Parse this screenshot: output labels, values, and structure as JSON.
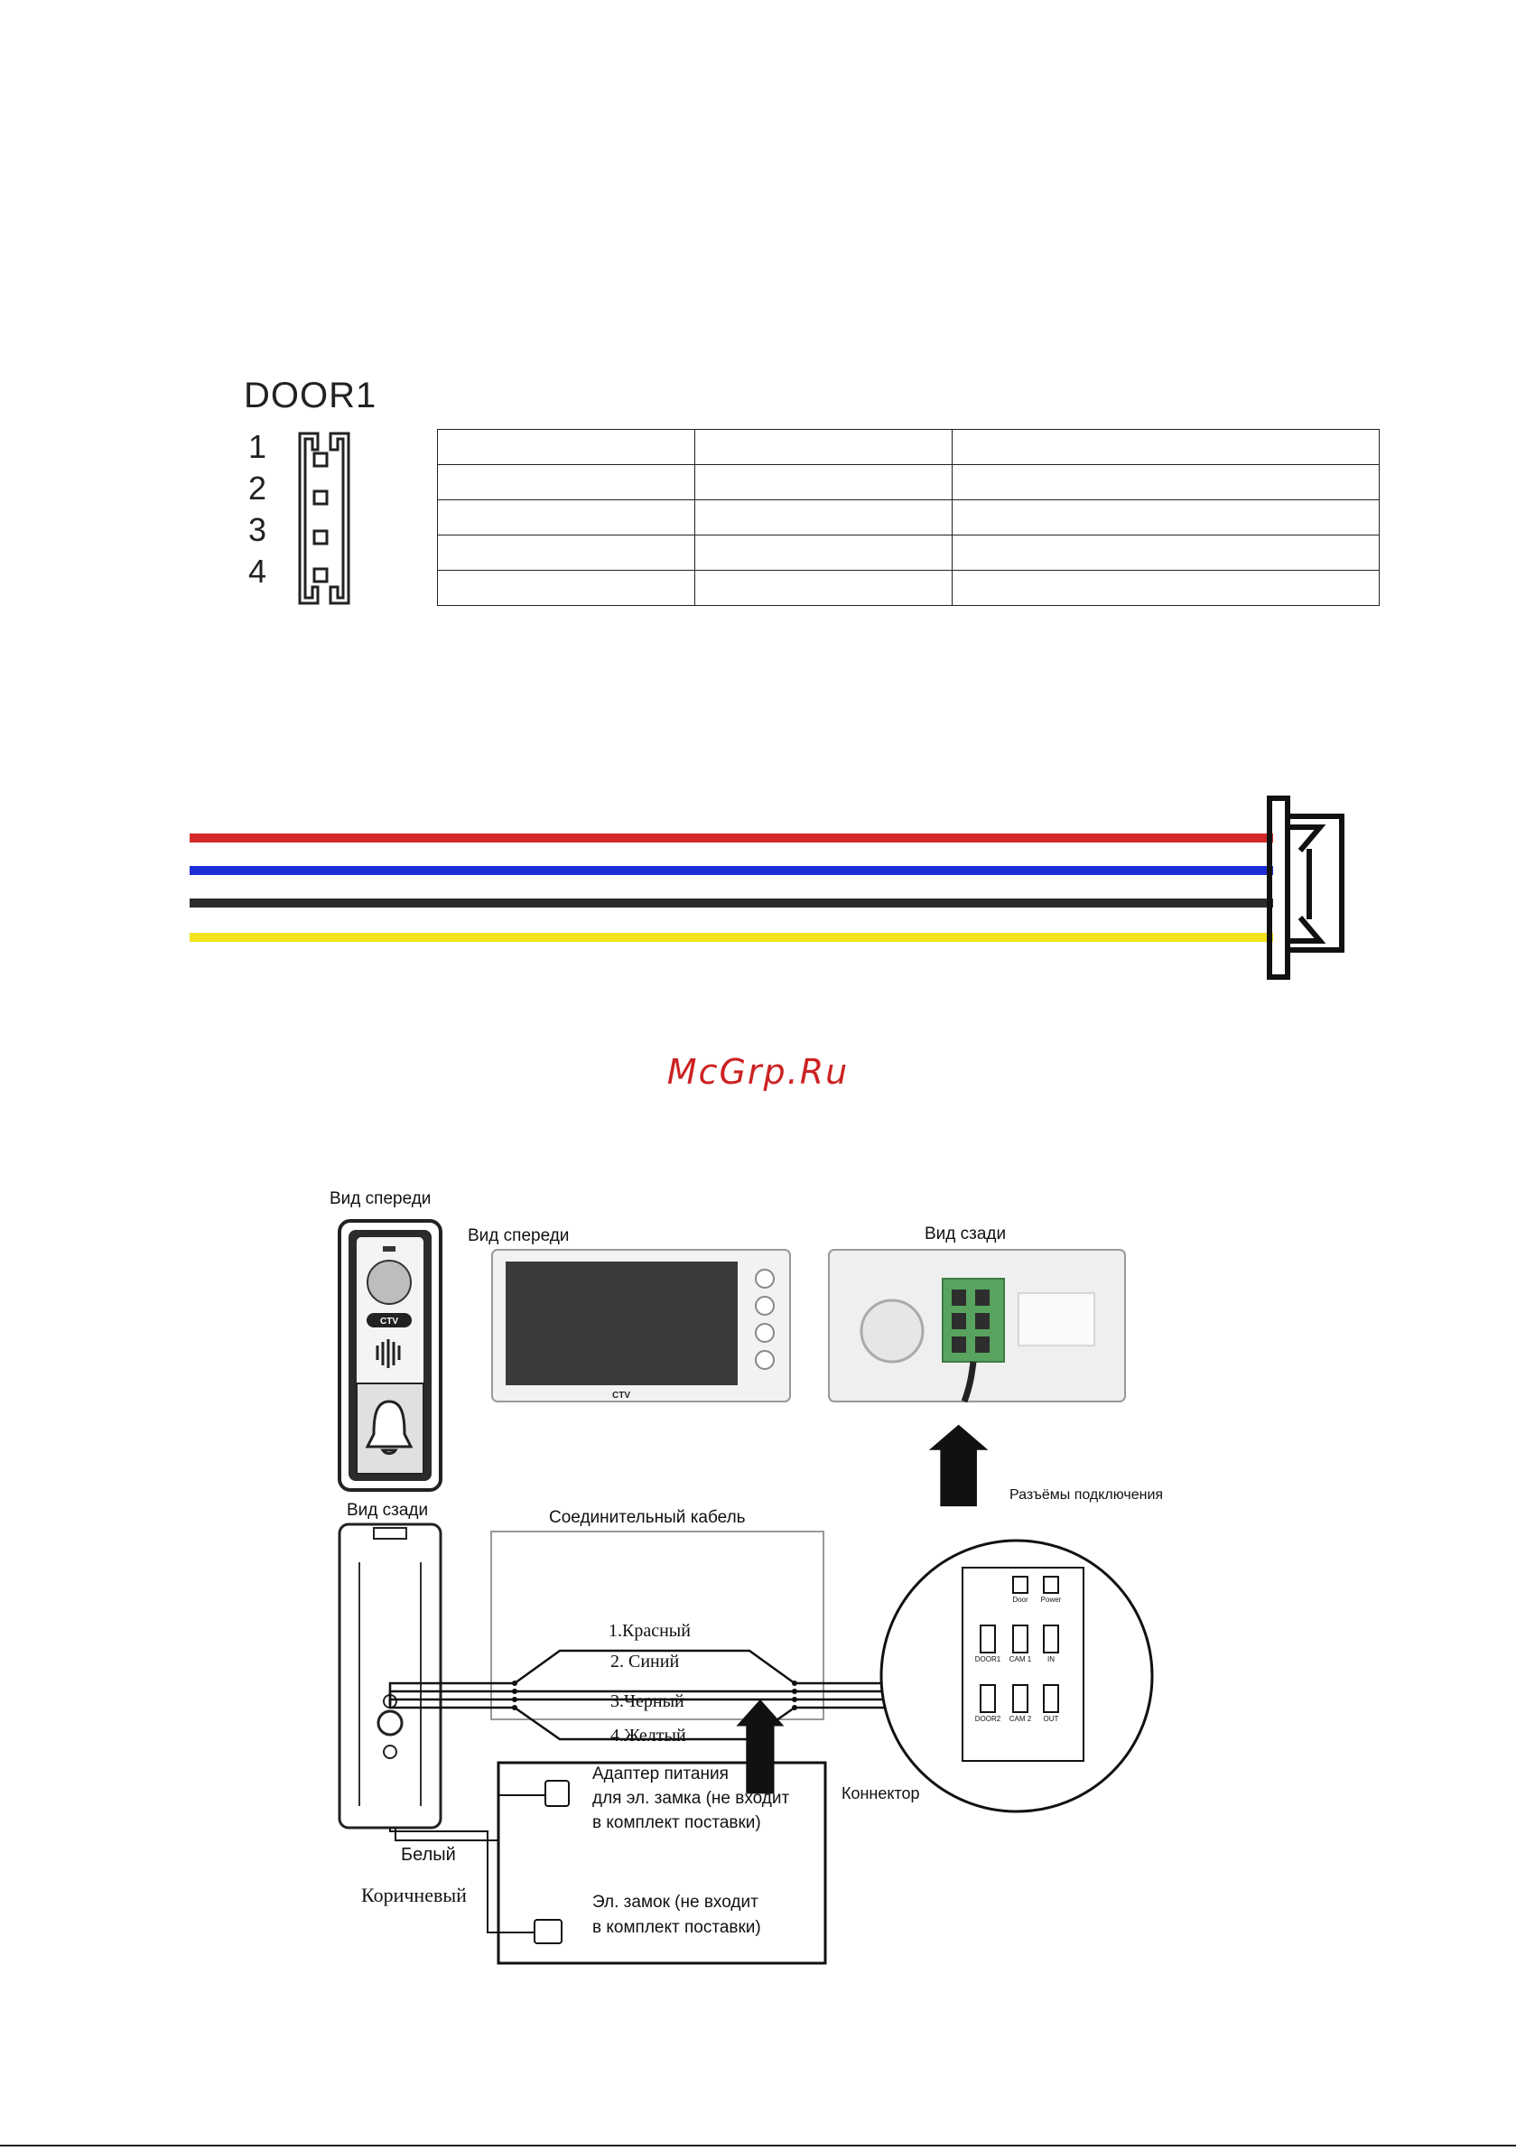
{
  "connector": {
    "label": "DOOR1",
    "pins": [
      "1",
      "2",
      "3",
      "4"
    ]
  },
  "pin_table": {
    "rows": [
      [
        "",
        "",
        ""
      ],
      [
        "",
        "",
        ""
      ],
      [
        "",
        "",
        ""
      ],
      [
        "",
        "",
        ""
      ],
      [
        "",
        "",
        ""
      ]
    ]
  },
  "wire_colors": [
    "#d42a2a",
    "#1e2ed6",
    "#2c2c2c",
    "#f2e31e"
  ],
  "watermark": "McGrp.Ru",
  "diagram": {
    "outdoor_front_label": "Вид спереди",
    "outdoor_back_label": "Вид сзади",
    "monitor_front_label": "Вид спереди",
    "monitor_back_label": "Вид сзади",
    "monitor_brand": "CTV",
    "panel_brand": "CTV",
    "cable_title": "Соединительный кабель",
    "wires": [
      "1.Красный",
      "2. Синий",
      "3.Черный",
      "4.Желтый"
    ],
    "connectors_label": "Разъёмы подключения",
    "connector_label": "Коннектор",
    "white_label": "Белый",
    "brown_label": "Коричневый",
    "adapter_text": [
      "Адаптер питания",
      "для эл. замка (не входит",
      "в комплект поставки)"
    ],
    "lock_text": [
      "Эл. замок (не входит",
      "в комплект поставки)"
    ],
    "ports": [
      "Door",
      "Power",
      "DOOR1",
      "CAM 1",
      "IN",
      "DOOR2",
      "CAM 2",
      "OUT"
    ]
  }
}
